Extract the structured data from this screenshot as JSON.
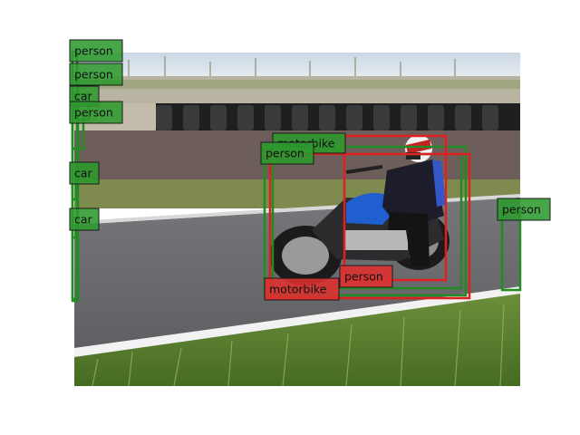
{
  "colors": {
    "prediction": "#228b22",
    "ground_truth": "#e02020",
    "prediction_label_bg": "#2e9a2e",
    "ground_truth_label_bg": "#e03030"
  },
  "detections": [
    {
      "label": "person",
      "kind": "prediction"
    },
    {
      "label": "person",
      "kind": "prediction"
    },
    {
      "label": "car",
      "kind": "prediction"
    },
    {
      "label": "person",
      "kind": "prediction"
    },
    {
      "label": "car",
      "kind": "prediction"
    },
    {
      "label": "car",
      "kind": "prediction"
    },
    {
      "label": "motorbike",
      "kind": "prediction"
    },
    {
      "label": "person",
      "kind": "prediction"
    },
    {
      "label": "person",
      "kind": "prediction"
    },
    {
      "label": "person",
      "kind": "ground_truth"
    },
    {
      "label": "motorbike",
      "kind": "ground_truth"
    }
  ]
}
